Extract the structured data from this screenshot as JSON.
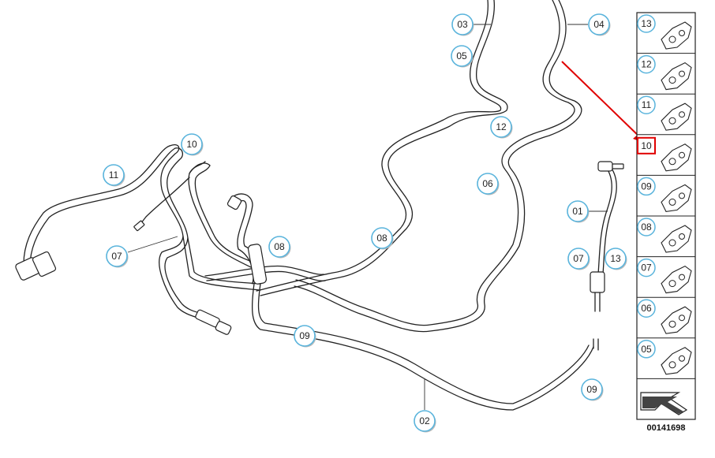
{
  "diagram": {
    "callouts": [
      {
        "id": "c01",
        "label": "01"
      },
      {
        "id": "c02",
        "label": "02"
      },
      {
        "id": "c03",
        "label": "03"
      },
      {
        "id": "c04",
        "label": "04"
      },
      {
        "id": "c05",
        "label": "05"
      },
      {
        "id": "c06",
        "label": "06"
      },
      {
        "id": "c07a",
        "label": "07"
      },
      {
        "id": "c07b",
        "label": "07"
      },
      {
        "id": "c08a",
        "label": "08"
      },
      {
        "id": "c08b",
        "label": "08"
      },
      {
        "id": "c09a",
        "label": "09"
      },
      {
        "id": "c09b",
        "label": "09"
      },
      {
        "id": "c10",
        "label": "10"
      },
      {
        "id": "c11",
        "label": "11"
      },
      {
        "id": "c12",
        "label": "12"
      },
      {
        "id": "c13",
        "label": "13"
      }
    ],
    "parts_legend": [
      {
        "label": "13",
        "icon": "clip-13-icon"
      },
      {
        "label": "12",
        "icon": "clip-12-icon"
      },
      {
        "label": "11",
        "icon": "clip-11-icon"
      },
      {
        "label": "10",
        "icon": "clip-10-icon",
        "highlighted": true
      },
      {
        "label": "09",
        "icon": "bracket-09-icon"
      },
      {
        "label": "08",
        "icon": "clip-08-icon"
      },
      {
        "label": "07",
        "icon": "clip-07-icon"
      },
      {
        "label": "06",
        "icon": "clamp-06-icon"
      },
      {
        "label": "05",
        "icon": "holder-05-icon"
      }
    ],
    "diagram_number": "00141698",
    "colors": {
      "callout_ring": "#5ab4dc",
      "highlight": "#e00000",
      "line": "#222222"
    }
  }
}
